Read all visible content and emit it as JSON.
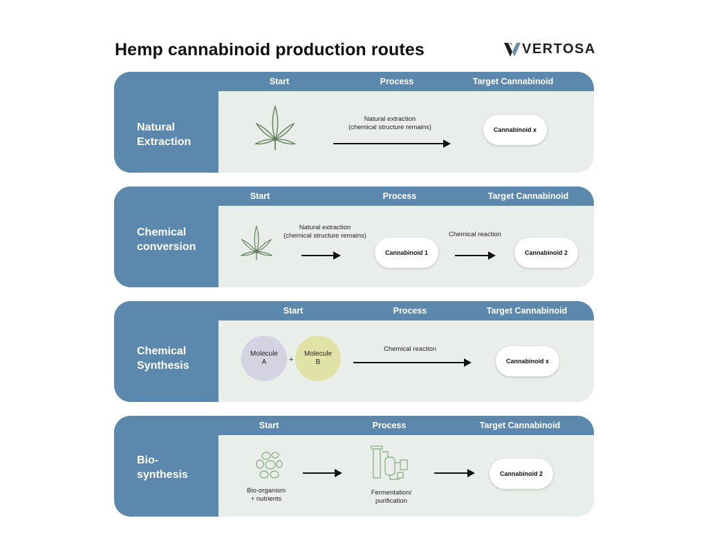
{
  "title": "Hemp cannabinoid production routes",
  "brand": "VERTOSA",
  "columns": {
    "start": "Start",
    "process": "Process",
    "target": "Target Cannabinoid"
  },
  "routes": [
    {
      "label": "Natural\nExtraction",
      "process_text": "Natural extraction\n(chemical structure remains)",
      "target": "Cannabinoid x"
    },
    {
      "label": "Chemical\nconversion",
      "process_text_1": "Natural extraction\n(chemical structure remains)",
      "intermediate": "Cannabinoid 1",
      "process_text_2": "Chemical reaction",
      "target": "Cannabinoid 2"
    },
    {
      "label": "Chemical\nSynthesis",
      "molecule_a": "Molecule\nA",
      "plus": "+",
      "molecule_b": "Molecule\nB",
      "process_text": "Chemical reaction",
      "target": "Cannabinoid x"
    },
    {
      "label": "Bio-\nsynthesis",
      "start_caption": "Bio-organism\n+ nutrients",
      "process_caption": "Fermentation/\npurification",
      "target": "Cannabinoid 2"
    }
  ],
  "colors": {
    "band": "#5c88ad",
    "panel": "#e9eeea",
    "leaf": "#5f7d5a",
    "molecule_a": "#d3d3e1",
    "molecule_b": "#e0e2a6",
    "bio_icon": "#8fb48a"
  },
  "icons": [
    "cannabis-leaf-icon",
    "microorganism-icon",
    "fermentation-tank-icon",
    "arrow-right-icon"
  ]
}
